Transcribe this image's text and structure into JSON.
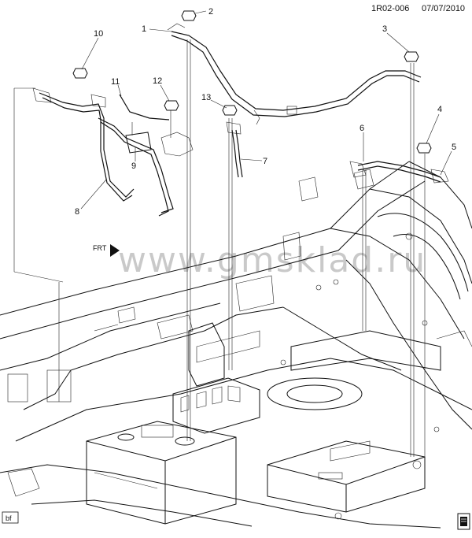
{
  "header": {
    "figure_id": "1R02-006",
    "date": "07/07/2010"
  },
  "callouts": [
    {
      "id": "1",
      "label": "1"
    },
    {
      "id": "2",
      "label": "2"
    },
    {
      "id": "3",
      "label": "3"
    },
    {
      "id": "4",
      "label": "4"
    },
    {
      "id": "5",
      "label": "5"
    },
    {
      "id": "6",
      "label": "6"
    },
    {
      "id": "7",
      "label": "7"
    },
    {
      "id": "8",
      "label": "8"
    },
    {
      "id": "9",
      "label": "9"
    },
    {
      "id": "10",
      "label": "10"
    },
    {
      "id": "11",
      "label": "11"
    },
    {
      "id": "12",
      "label": "12"
    },
    {
      "id": "13",
      "label": "13"
    }
  ],
  "front_arrow": {
    "label": "FRT"
  },
  "watermark": {
    "text": "www.gmsklad.ru"
  },
  "corner_tag": {
    "label": "bf"
  },
  "colors": {
    "line": "#111111",
    "watermark": "#c9c9c9",
    "background": "#ffffff"
  },
  "icons": {
    "book_icon": "manual-book-icon"
  }
}
